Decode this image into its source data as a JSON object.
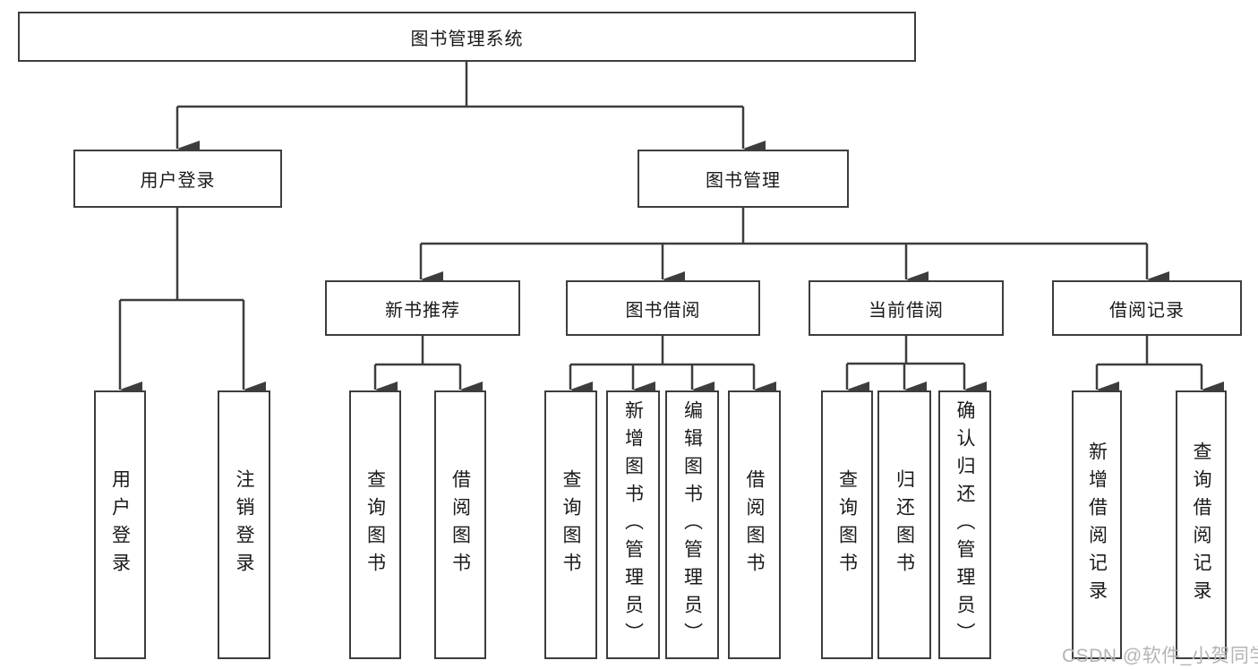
{
  "diagram": {
    "root": {
      "label": "图书管理系统"
    },
    "user_login": {
      "label": "用户登录",
      "leaves": [
        "用户登录",
        "注销登录"
      ]
    },
    "book_management": {
      "label": "图书管理"
    },
    "new_book": {
      "label": "新书推荐",
      "leaves": [
        "查询图书",
        "借阅图书"
      ]
    },
    "book_borrow": {
      "label": "图书借阅",
      "leaves": [
        "查询图书",
        "新增图书（管理员）",
        "编辑图书（管理员）",
        "借阅图书"
      ]
    },
    "current_borrow": {
      "label": "当前借阅",
      "leaves": [
        "查询图书",
        "归还图书",
        "确认归还（管理员）"
      ]
    },
    "borrow_record": {
      "label": "借阅记录",
      "leaves": [
        "新增借阅记录",
        "查询借阅记录"
      ]
    },
    "line_color": "#3d3d3d"
  },
  "watermark": "CSDN @软件_小贺同学"
}
